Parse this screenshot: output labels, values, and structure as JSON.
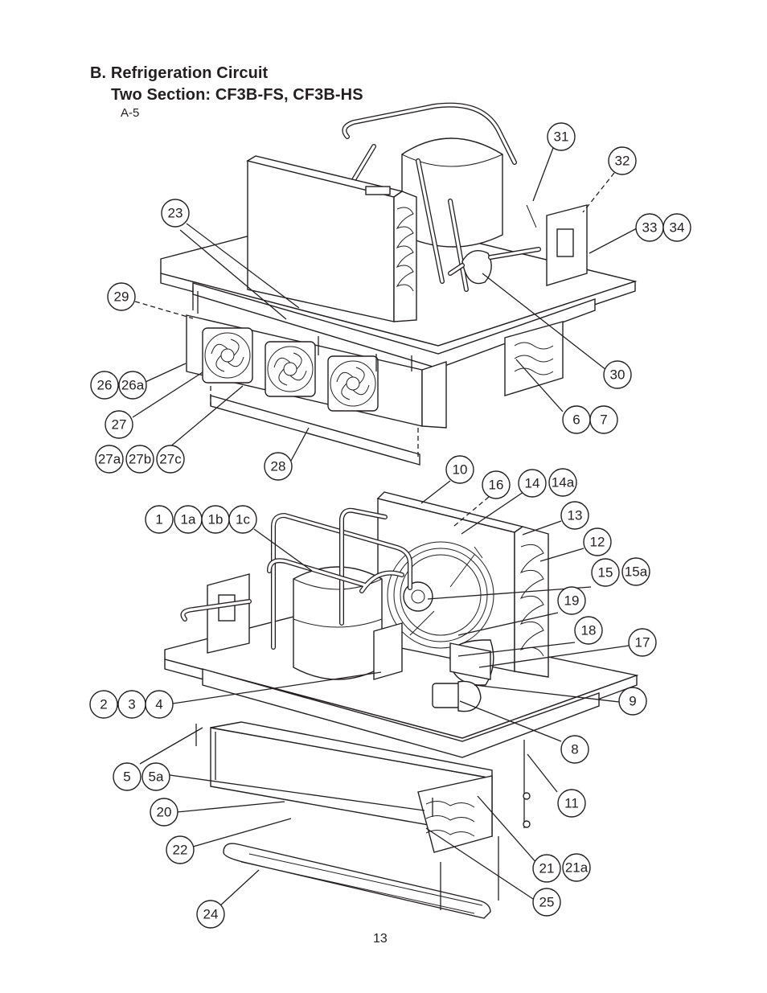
{
  "heading": {
    "line1": "B. Refrigeration Circuit",
    "line2": "Two Section: CF3B-FS, CF3B-HS",
    "figure_id": "A-5"
  },
  "page_number": "13",
  "callouts": [
    {
      "id": "c31",
      "label": "31"
    },
    {
      "id": "c32",
      "label": "32"
    },
    {
      "id": "c33",
      "label": "33"
    },
    {
      "id": "c34",
      "label": "34"
    },
    {
      "id": "c23",
      "label": "23"
    },
    {
      "id": "c29",
      "label": "29"
    },
    {
      "id": "c30",
      "label": "30"
    },
    {
      "id": "c26",
      "label": "26"
    },
    {
      "id": "c26a",
      "label": "26a"
    },
    {
      "id": "c27",
      "label": "27"
    },
    {
      "id": "c6",
      "label": "6"
    },
    {
      "id": "c7",
      "label": "7"
    },
    {
      "id": "c27a",
      "label": "27a"
    },
    {
      "id": "c27b",
      "label": "27b"
    },
    {
      "id": "c27c",
      "label": "27c"
    },
    {
      "id": "c28",
      "label": "28"
    },
    {
      "id": "c10",
      "label": "10"
    },
    {
      "id": "c16",
      "label": "16"
    },
    {
      "id": "c14",
      "label": "14"
    },
    {
      "id": "c14a",
      "label": "14a"
    },
    {
      "id": "c1",
      "label": "1"
    },
    {
      "id": "c1a",
      "label": "1a"
    },
    {
      "id": "c1b",
      "label": "1b"
    },
    {
      "id": "c1c",
      "label": "1c"
    },
    {
      "id": "c13",
      "label": "13"
    },
    {
      "id": "c12",
      "label": "12"
    },
    {
      "id": "c15",
      "label": "15"
    },
    {
      "id": "c15a",
      "label": "15a"
    },
    {
      "id": "c19",
      "label": "19"
    },
    {
      "id": "c18",
      "label": "18"
    },
    {
      "id": "c17",
      "label": "17"
    },
    {
      "id": "c2",
      "label": "2"
    },
    {
      "id": "c3",
      "label": "3"
    },
    {
      "id": "c4",
      "label": "4"
    },
    {
      "id": "c9",
      "label": "9"
    },
    {
      "id": "c8",
      "label": "8"
    },
    {
      "id": "c5",
      "label": "5"
    },
    {
      "id": "c5a",
      "label": "5a"
    },
    {
      "id": "c11",
      "label": "11"
    },
    {
      "id": "c20",
      "label": "20"
    },
    {
      "id": "c22",
      "label": "22"
    },
    {
      "id": "c21",
      "label": "21"
    },
    {
      "id": "c21a",
      "label": "21a"
    },
    {
      "id": "c25",
      "label": "25"
    },
    {
      "id": "c24",
      "label": "24"
    }
  ]
}
